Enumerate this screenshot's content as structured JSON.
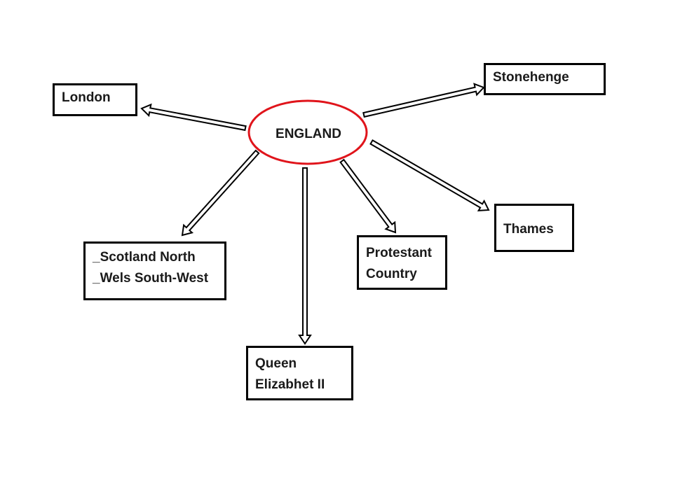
{
  "center": {
    "label": "ENGLAND",
    "border_color": "#e0141b"
  },
  "nodes": {
    "london": {
      "lines": [
        "London"
      ]
    },
    "stonehenge": {
      "lines": [
        "Stonehenge"
      ]
    },
    "thames": {
      "lines": [
        "Thames"
      ]
    },
    "geography": {
      "lines": [
        "_Scotland North",
        "_Wels South-West"
      ]
    },
    "religion": {
      "lines": [
        "Protestant",
        "Country"
      ]
    },
    "queen": {
      "lines": [
        "Queen",
        "Elizabhet II"
      ]
    }
  },
  "colors": {
    "box_border": "#000000",
    "arrow_stroke": "#000000",
    "arrow_fill": "#ffffff",
    "text": "#1a1a1a"
  }
}
